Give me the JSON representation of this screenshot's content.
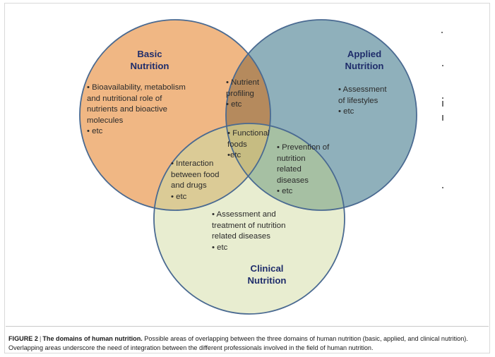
{
  "figure": {
    "type": "venn-diagram-3-set",
    "sets": [
      {
        "id": "basic",
        "title": "Basic\nNutrition",
        "fill": "#F0B784",
        "items": "• Bioavailability, metabolism\nand nutritional role of\nnutrients and bioactive\nmolecules\n   • etc"
      },
      {
        "id": "applied",
        "title": "Applied\nNutrition",
        "fill": "#8FB0BB",
        "items": "• Assessment\nof lifestyles\n  • etc"
      },
      {
        "id": "clinical",
        "title": "Clinical\nNutrition",
        "fill": "#E8EDD0",
        "items": "• Assessment and\ntreatment of nutrition\nrelated diseases\n  • etc"
      }
    ],
    "overlaps": [
      {
        "id": "basic-applied",
        "label": "Basic ∩ Applied",
        "fill": "#B58A5D",
        "items": "• Nutrient\nprofiling\n • etc"
      },
      {
        "id": "basic-clinical",
        "label": "Basic ∩ Clinical",
        "fill": "#DBCB96",
        "items": "• Interaction\nbetween food\nand drugs\n  • etc"
      },
      {
        "id": "applied-clinical",
        "label": "Applied ∩ Clinical",
        "fill": "#A6C0A3",
        "items": "• Prevention of\nnutrition\nrelated\ndiseases\n  • etc"
      },
      {
        "id": "basic-applied-clinical",
        "label": "Basic ∩ Applied ∩ Clinical",
        "fill": "#C6BC82",
        "items": "• Functional\nfoods\n•etc"
      }
    ],
    "stroke_color": "#4A6A91"
  },
  "caption": {
    "figure_number": "FIGURE 2",
    "separator": "|",
    "bold_title": "The domains of human nutrition.",
    "body": " Possible areas of overlapping between the three domains of human nutrition (basic, applied, and clinical nutrition). Overlapping areas underscore the need of integration between the different professionals involved in the field of human nutrition."
  }
}
